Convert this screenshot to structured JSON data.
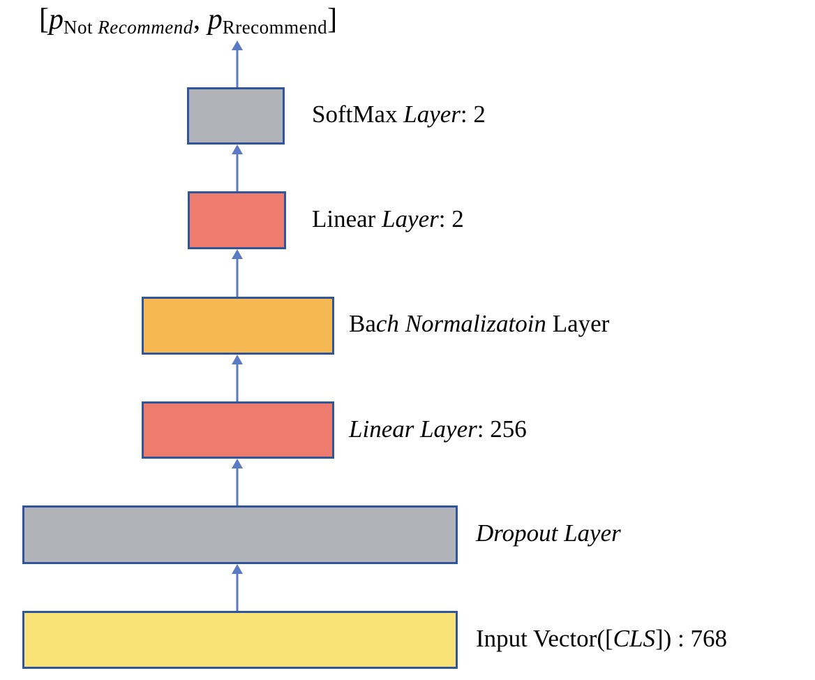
{
  "diagram": {
    "type": "neural-network-layer-stack",
    "colors": {
      "box_border": "#31559B",
      "arrow": "#5B7AC4",
      "gray_fill": "#B2B3B9",
      "red_fill": "#ED7B6E",
      "orange_fill": "#F5B853",
      "yellow_fill": "#FAE376",
      "text": "#000000"
    },
    "output_label": {
      "bracket_open": "[",
      "p1": "p",
      "p1_sub_roman": "Not ",
      "p1_sub_italic": "Recommend",
      "comma": ", ",
      "p2": "p",
      "p2_sub": "Rrecommend",
      "bracket_close": "]"
    },
    "layers": [
      {
        "id": "softmax",
        "fill": "#B2B3B9",
        "label": {
          "s1": "SoftMax ",
          "s2": "Layer",
          "s3": ": 2"
        }
      },
      {
        "id": "linear-2",
        "fill": "#ED7B6E",
        "label": {
          "s1": "Linear ",
          "s2": "Layer",
          "s3": ": 2"
        }
      },
      {
        "id": "batch-normalization",
        "fill": "#F5B853",
        "label": {
          "s1": "Ba",
          "s2": "ch Normalizatoin",
          "s3": " Layer"
        }
      },
      {
        "id": "linear-256",
        "fill": "#ED7B6E",
        "label": {
          "s1": "",
          "s2": "Linear Layer",
          "s3": ": 256"
        }
      },
      {
        "id": "dropout",
        "fill": "#B2B3B9",
        "label": {
          "s1": "",
          "s2": "Dropout Layer",
          "s3": ""
        }
      },
      {
        "id": "input-vector",
        "fill": "#FAE376",
        "label": {
          "s1": "Input Vector([",
          "s2": "CLS",
          "s3": "]) : 768"
        }
      }
    ]
  }
}
